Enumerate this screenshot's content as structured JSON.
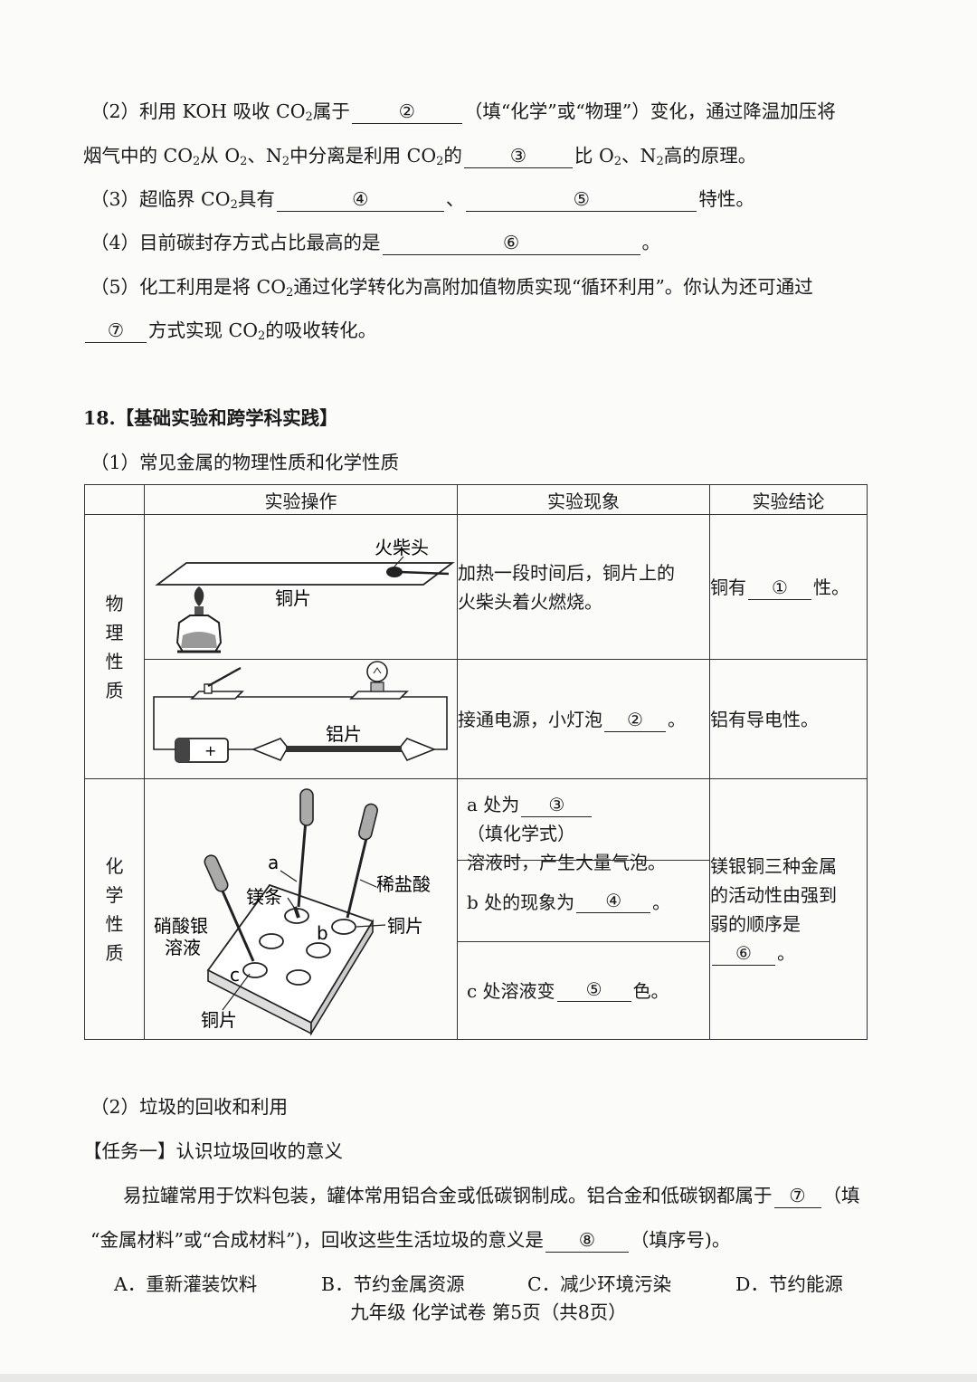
{
  "q17": {
    "p2_a": "（2）利用 KOH 吸收 CO",
    "p2_b": "属于",
    "p2_blank": "②",
    "p2_c": "（填“化学”或“物理”）变化，通过降温加压将",
    "p2_d": "烟气中的 CO",
    "p2_e": "从 O",
    "p2_f": "、N",
    "p2_g": "中分离是利用 CO",
    "p2_h": "的",
    "p2_blank2": "③",
    "p2_i": "比 O",
    "p2_j": "、N",
    "p2_k": "高的原理。",
    "p3_a": "（3）超临界 CO",
    "p3_b": "具有",
    "p3_blank1": "④",
    "p3_sep": "、",
    "p3_blank2": "⑤",
    "p3_c": "特性。",
    "p4_a": "（4）目前碳封存方式占比最高的是",
    "p4_blank": "⑥",
    "p4_b": "。",
    "p5_a": "（5）化工利用是将 CO",
    "p5_b": "通过化学转化为高附加值物质实现“循环利用”。你认为还可通过",
    "p5_blank": "⑦",
    "p5_c": "方式实现 CO",
    "p5_d": "的吸收转化。",
    "sub2": "2"
  },
  "q18": {
    "title": "18.【基础实验和跨学科实践】",
    "part1": "（1）常见金属的物理性质和化学性质",
    "table": {
      "headers": [
        "实验操作",
        "实验现象",
        "实验结论"
      ],
      "phys_label": "物理性质",
      "chem_label": "化学性质",
      "row1_fig_labels": {
        "match": "火柴头",
        "copper": "铜片"
      },
      "row1_phen": "加热一段时间后，铜片上的火柴头着火燃烧。",
      "row1_concl_a": "铜有",
      "row1_concl_blank": "①",
      "row1_concl_b": "性。",
      "row2_fig_labels": {
        "al": "铝片",
        "plus": "+"
      },
      "row2_phen_a": "接通电源，小灯泡",
      "row2_phen_blank": "②",
      "row2_phen_b": "。",
      "row2_concl": "铝有导电性。",
      "row3_fig_labels": {
        "a": "a",
        "b": "b",
        "c": "c",
        "mg": "镁条",
        "hcl": "稀盐酸",
        "cu1": "铜片",
        "agno3_1": "硝酸银",
        "agno3_2": "溶液",
        "cu2": "铜片"
      },
      "row3a_a": "a 处为",
      "row3a_blank": "③",
      "row3a_b": "（填化学式）",
      "row3a_c": "溶液时，产生大量气泡。",
      "row3b_a": "b 处的现象为",
      "row3b_blank": "④",
      "row3b_b": "。",
      "row3c_a": "c 处溶液变",
      "row3c_blank": "⑤",
      "row3c_b": "色。",
      "row3_concl_a": "镁银铜三种金属",
      "row3_concl_b": "的活动性由强到",
      "row3_concl_c": "弱的顺序是",
      "row3_concl_blank": "⑥",
      "row3_concl_d": "。"
    },
    "part2": "（2）垃圾的回收和利用",
    "task1": "【任务一】认识垃圾回收的意义",
    "task1_p1_a": "易拉罐常用于饮料包装，罐体常用铝合金或低碳钢制成。铝合金和低碳钢都属于",
    "task1_p1_blank": "⑦",
    "task1_p1_b": "（填",
    "task1_p2_a": "“金属材料”或“合成材料”)，回收这些生活垃圾的意义是",
    "task1_p2_blank": "⑧",
    "task1_p2_b": "（填序号)。",
    "options": [
      "A．重新灌装饮料",
      "B．节约金属资源",
      "C．减少环境污染",
      "D．节约能源"
    ]
  },
  "footer": "九年级 化学试卷 第5页（共8页）"
}
